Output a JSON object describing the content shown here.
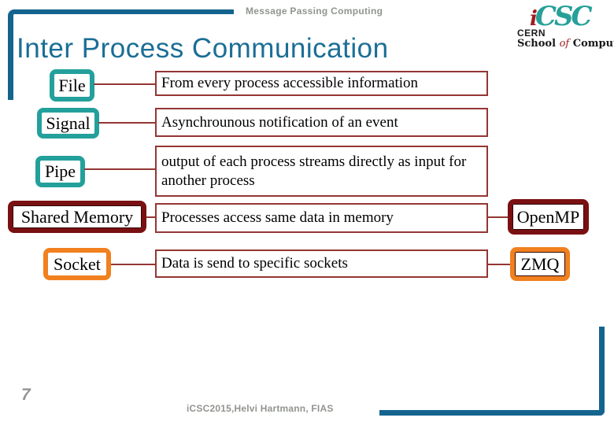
{
  "slide": {
    "header": "Message Passing Computing",
    "title": "Inter Process Communication",
    "page_number": "7",
    "footer": "iCSC2015,Helvi Hartmann, FIAS"
  },
  "logo": {
    "i": "i",
    "csc": "CSC",
    "cern": "CERN",
    "school_word1": "School",
    "of": "of",
    "school_word2": "Computing"
  },
  "colors": {
    "accent_blue": "#14648e",
    "title_blue": "#1b6e96",
    "teal": "#23a09b",
    "dark_red": "#7a1012",
    "orange": "#f1801f",
    "connector_red": "#943634",
    "gray_text": "#91958f"
  },
  "rows": [
    {
      "label": "File",
      "style": "teal",
      "desc": "From every process accessible information"
    },
    {
      "label": "Signal",
      "style": "teal",
      "desc": "Asynchrounous notification of an event"
    },
    {
      "label": "Pipe",
      "style": "teal",
      "desc": "output of each process streams directly as input for another process"
    },
    {
      "label": "Shared Memory",
      "style": "darkred",
      "desc": "Processes access same data in memory",
      "right": {
        "label": "OpenMP",
        "style": "darkred"
      }
    },
    {
      "label": "Socket",
      "style": "orange",
      "desc": "Data is send to specific sockets",
      "right": {
        "label": "ZMQ",
        "style": "orange"
      }
    }
  ]
}
